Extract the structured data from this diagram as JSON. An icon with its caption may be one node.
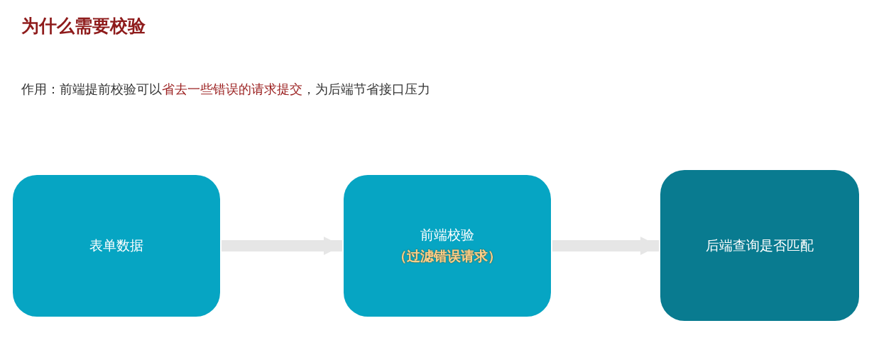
{
  "diagram": {
    "title": "为什么需要校验",
    "nodes": [
      {
        "text": [
          "表单数据"
        ]
      },
      {
        "text": [
          "前端校验",
          "（过滤错误请求）"
        ]
      },
      {
        "text": [
          "后端查询是否匹配"
        ]
      }
    ],
    "edges": [
      {
        "from": 0,
        "to": 1,
        "arrow": "to"
      },
      {
        "from": 1,
        "to": 2,
        "arrow": "to"
      }
    ],
    "labels": [
      "作用：前端提前校验可以**省去一些错误的请求提交**，为后端节省接口压力"
    ]
  }
}
